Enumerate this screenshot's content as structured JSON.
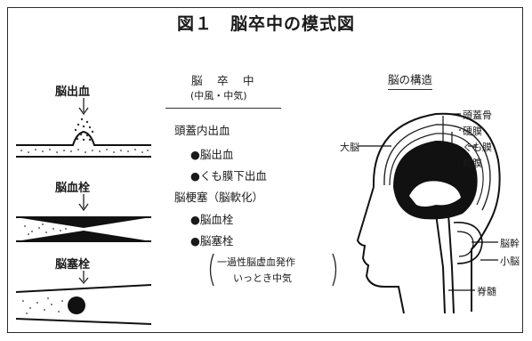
{
  "title": "図１　脳卒中の模式図",
  "left": {
    "hemorrhage": "脳出血",
    "thrombosis": "脳血栓",
    "embolism": "脳塞栓"
  },
  "center": {
    "heading": "脳　卒　中",
    "subheading": "(中風・中気)",
    "intracranial": "頭蓋内出血",
    "item_hemorrhage": "●脳出血",
    "item_subarachnoid": "●くも膜下出血",
    "infarction": "脳梗塞（脳軟化）",
    "item_thrombosis": "●脳血栓",
    "item_embolism": "●脳塞栓",
    "tia_line1": "一過性脳虚血発作",
    "tia_line2": "いっとき中気"
  },
  "right": {
    "heading": "脳の構造",
    "cerebrum": "大脳",
    "skull": "頭蓋骨",
    "dura": "硬膜",
    "arachnoid": "くも膜",
    "pia": "軟膜",
    "brainstem": "脳幹",
    "cerebellum": "小脳",
    "spinal_cord": "脊髄"
  }
}
